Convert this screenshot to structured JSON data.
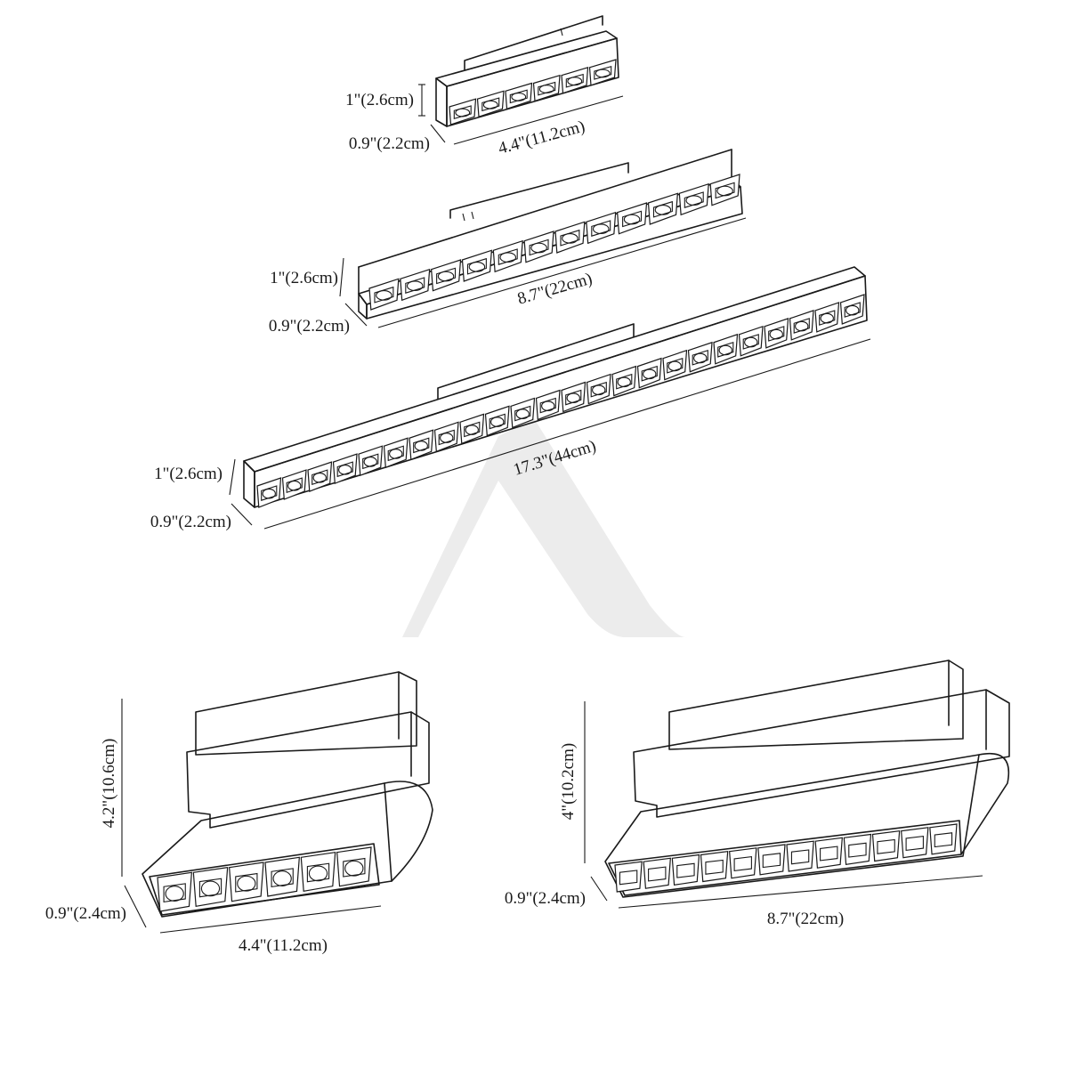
{
  "watermark": {
    "color": "#ececec"
  },
  "drawing": {
    "line_color": "#1a1a1a"
  },
  "products": [
    {
      "id": "small",
      "height_label": "1\"(2.6cm)",
      "depth_label": "0.9\"(2.2cm)",
      "length_label": "4.4\"(11.2cm)",
      "cell_count": 6
    },
    {
      "id": "medium",
      "height_label": "1\"(2.6cm)",
      "depth_label": "0.9\"(2.2cm)",
      "length_label": "8.7\"(22cm)",
      "cell_count": 12
    },
    {
      "id": "large",
      "height_label": "1\"(2.6cm)",
      "depth_label": "0.9\"(2.2cm)",
      "length_label": "17.3\"(44cm)",
      "cell_count": 24
    },
    {
      "id": "folding-small",
      "height_label": "4.2\"(10.6cm)",
      "depth_label": "0.9\"(2.4cm)",
      "length_label": "4.4\"(11.2cm)",
      "cell_count": 6
    },
    {
      "id": "folding-medium",
      "height_label": "4\"(10.2cm)",
      "depth_label": "0.9\"(2.4cm)",
      "length_label": "8.7\"(22cm)",
      "cell_count": 12
    }
  ]
}
